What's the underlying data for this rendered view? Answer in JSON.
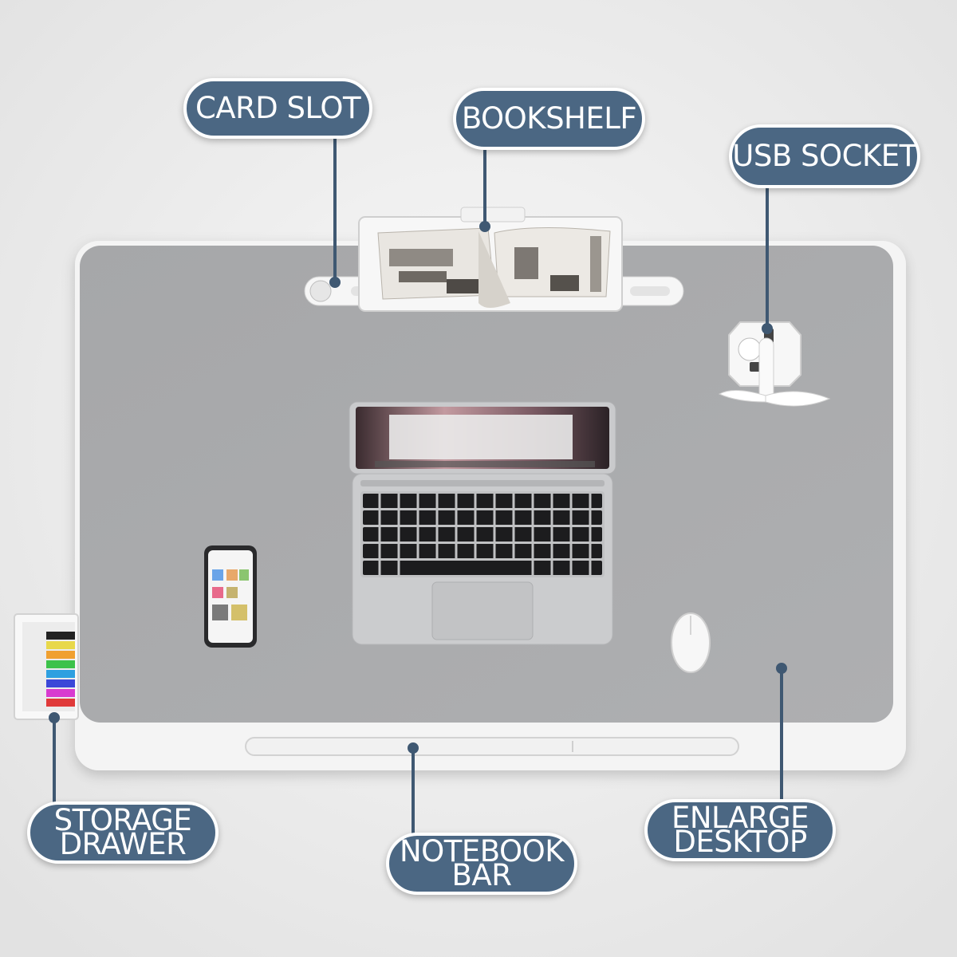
{
  "labels": {
    "card_slot": "CARD SLOT",
    "bookshelf": "BOOKSHELF",
    "usb_socket": "USB SOCKET",
    "storage_drawer": "STORAGE\nDRAWER",
    "notebook_bar": "NOTEBOOK\nBAR",
    "enlarge_desktop": "ENLARGE\nDESKTOP"
  },
  "colors": {
    "label_fill": "#4b6783",
    "callout_line": "#3f5872",
    "desk_mat": "#a9aaac",
    "desk_frame": "#f3f3f3",
    "background": "#f0f0f0"
  }
}
